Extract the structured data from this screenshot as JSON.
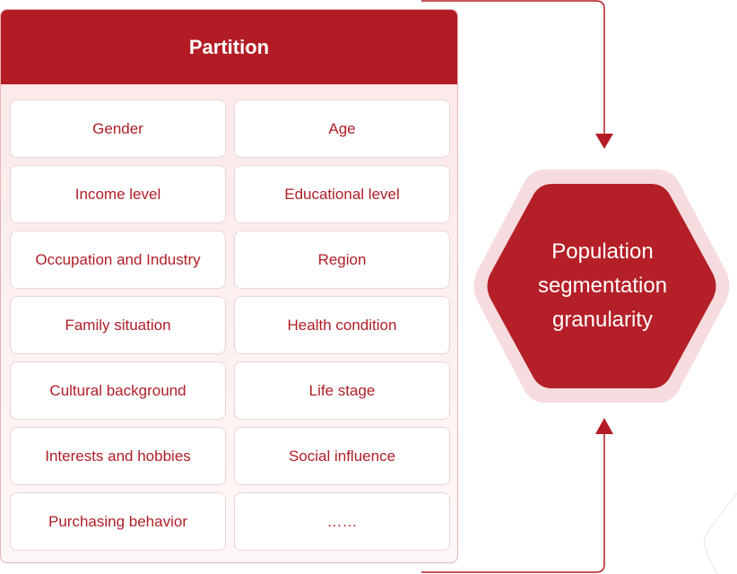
{
  "partition": {
    "title": "Partition",
    "items": [
      "Gender",
      "Age",
      "Income level",
      "Educational level",
      "Occupation and Industry",
      "Region",
      "Family situation",
      "Health condition",
      "Cultural background",
      "Life stage",
      "Interests and hobbies",
      "Social influence",
      "Purchasing behavior",
      "……"
    ]
  },
  "target": {
    "line1": "Population",
    "line2": "segmentation",
    "line3": "granularity"
  },
  "colors": {
    "primary": "#b31c24",
    "hexagon": "#b51f28",
    "halo": "#f6dcde",
    "text_red": "#b01e26"
  }
}
